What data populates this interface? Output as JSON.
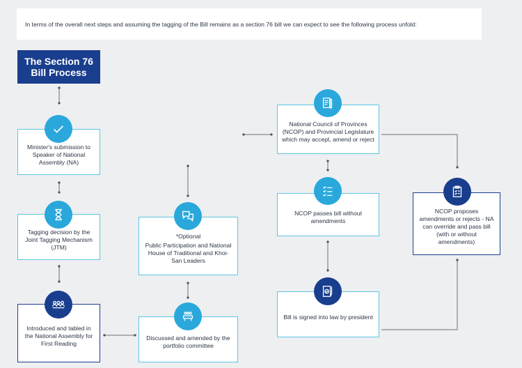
{
  "intro_text": "In terms of the overall next steps and assuming the tagging of the Bill remains as a section 76 bill we can expect to see the following process unfold:",
  "title": {
    "line1": "The Section 76",
    "line2": "Bill Process"
  },
  "steps": {
    "submission": "Minister's submission to Speaker of National Assembly (NA)",
    "tagging": "Tagging decision by the Joint Tagging Mechanism (JTM)",
    "introduced": "Introduced and tabled in the National Assembly for First Reading",
    "discussed": "Discussed and amended by the portfolio committee",
    "participation_note": "*Optional",
    "participation": "Public Participation and National House of Traditional and Khoi-San Leaders",
    "ncop": "National Council of Provinces (NCOP) and Provincial Legislature which may accept, amend or reject",
    "ncop_passes": "NCOP passes bill without amendments",
    "signed": "Bill is signed into law by president",
    "ncop_proposes": "NCOP proposes amendments or rejects - NA can override and pass bill (with or without amendments)"
  },
  "icons": {
    "submission": "checkmark-icon",
    "tagging": "hourglass-icon",
    "introduced": "assembly-people-icon",
    "discussed": "committee-table-icon",
    "participation": "speech-bubbles-icon",
    "ncop": "document-pen-icon",
    "ncop_passes": "checklist-icon",
    "signed": "signed-document-icon",
    "ncop_proposes": "clipboard-icon"
  },
  "colors": {
    "navy": "#1a3e8e",
    "teal": "#2aa8dc",
    "box_border": "#5cc5e2",
    "background": "#eeeff1"
  }
}
